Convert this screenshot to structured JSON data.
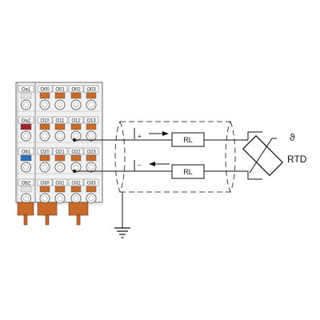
{
  "terminal_block": {
    "groups": [
      {
        "labels": [
          "Oa1",
          "O00",
          "O01",
          "O02",
          "O03"
        ]
      },
      {
        "labels": [
          "Oa2",
          "O10",
          "O11",
          "O12",
          "O13"
        ]
      },
      {
        "labels": [
          "Ob1",
          "O20",
          "O21",
          "O22",
          "O23"
        ]
      },
      {
        "labels": [
          "Ob2",
          "O30",
          "O31",
          "O32",
          "O33"
        ]
      }
    ],
    "colors": {
      "housing": "#f1f1f1",
      "outline": "#6a6a6a",
      "red_tab": "#a3262a",
      "blue_tab": "#2a6fb8",
      "orange_tab": "#c96a2a"
    }
  },
  "circuit": {
    "plus_sign": "+",
    "minus_sign": "−",
    "resistor_top_label": "RL",
    "resistor_bottom_label": "RL",
    "theta_symbol": "ϑ",
    "sensor_label": "RTD",
    "ground_icon": "ground-symbol"
  }
}
